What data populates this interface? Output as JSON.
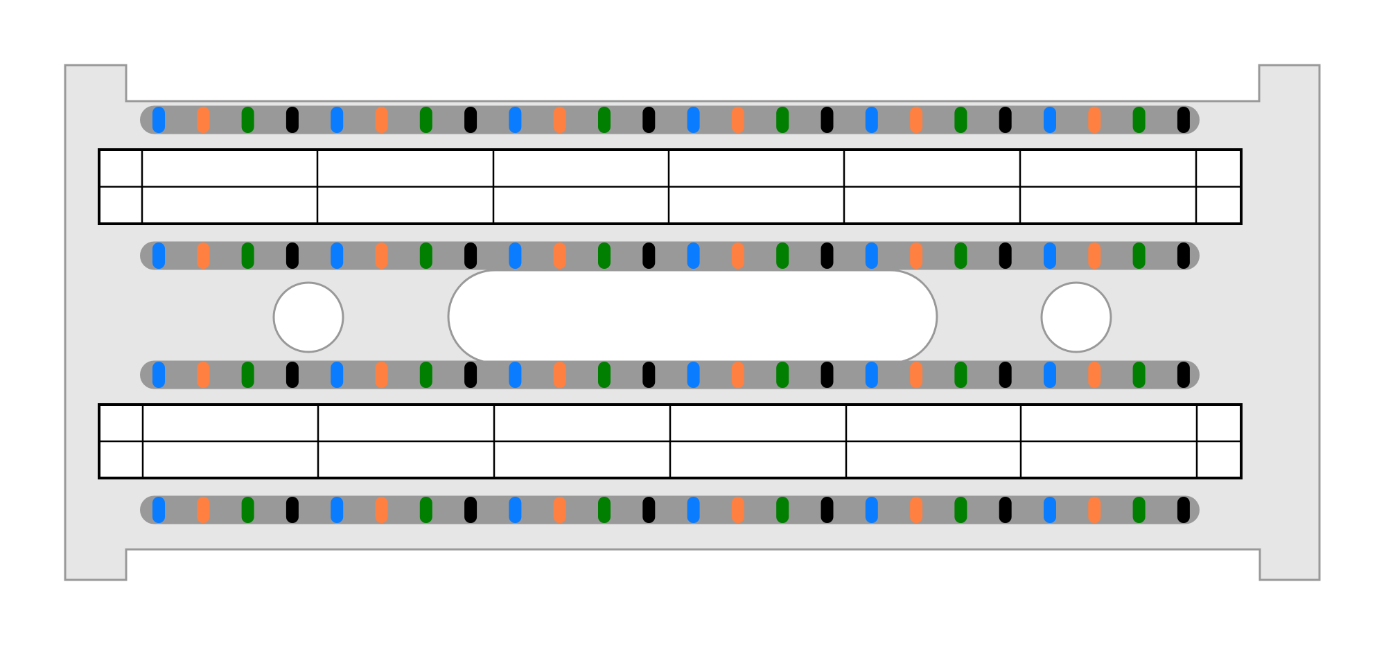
{
  "colors": {
    "panel_fill": "#e6e6e6",
    "panel_stroke": "#999999",
    "strip": "#999999",
    "hole_fill": "#ffffff",
    "label_fill": "#ffffff",
    "label_stroke": "#000000"
  },
  "pin_color_sequence": [
    "#0a7cff",
    "#ff8040",
    "#007f00",
    "#000000"
  ],
  "pins_per_strip": 24,
  "strip_count": 4,
  "label_strips": [
    {
      "columns": 7,
      "rows": 2
    },
    {
      "columns": 7,
      "rows": 2
    }
  ],
  "mounting_holes": 2,
  "cable_slots": 1
}
